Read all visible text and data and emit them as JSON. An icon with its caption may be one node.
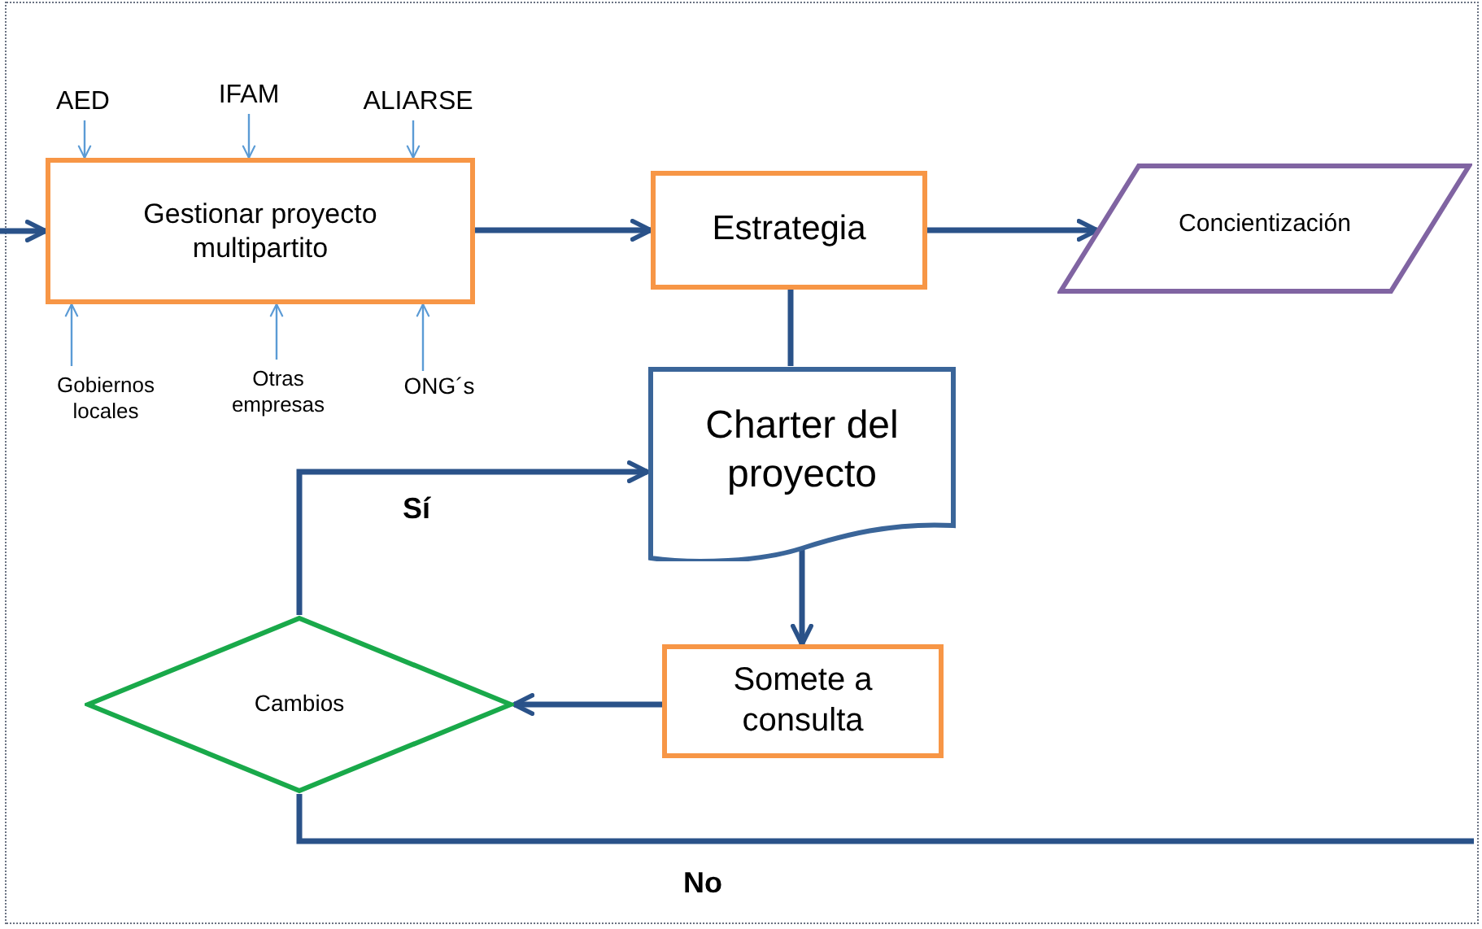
{
  "diagram": {
    "nodes": [
      {
        "text": [
          "Gestionar proyecto multipartito"
        ]
      },
      {
        "text": [
          "Estrategia"
        ]
      },
      {
        "text": [
          "Concientización"
        ]
      },
      {
        "text": [
          "Charter del proyecto"
        ]
      },
      {
        "text": [
          "Somete a consulta"
        ]
      },
      {
        "text": [
          "Cambios"
        ]
      },
      {
        "text": [
          "AED"
        ]
      },
      {
        "text": [
          "IFAM"
        ]
      },
      {
        "text": [
          "ALIARSE"
        ]
      },
      {
        "text": [
          "Gobiernos locales"
        ]
      },
      {
        "text": [
          "Otras empresas"
        ]
      },
      {
        "text": [
          "ONG´s"
        ]
      }
    ],
    "edges": [
      {
        "from": null,
        "to": 0,
        "arrow": "to"
      },
      {
        "from": 0,
        "to": 1,
        "arrow": "to"
      },
      {
        "from": 1,
        "to": 2,
        "arrow": "to"
      },
      {
        "from": 1,
        "to": 3,
        "arrow": "none"
      },
      {
        "from": 3,
        "to": 4,
        "arrow": "to"
      },
      {
        "from": 4,
        "to": 5,
        "arrow": "to"
      },
      {
        "from": 5,
        "to": 3,
        "arrow": "to",
        "label": "Sí"
      },
      {
        "from": 5,
        "to": null,
        "arrow": "none",
        "label": "No"
      },
      {
        "from": 6,
        "to": 0,
        "arrow": "to",
        "color": "#5b9bd5"
      },
      {
        "from": 7,
        "to": 0,
        "arrow": "to",
        "color": "#5b9bd5"
      },
      {
        "from": 8,
        "to": 0,
        "arrow": "to",
        "color": "#5b9bd5"
      },
      {
        "from": 9,
        "to": 0,
        "arrow": "to",
        "color": "#5b9bd5"
      },
      {
        "from": 10,
        "to": 0,
        "arrow": "to",
        "color": "#5b9bd5"
      },
      {
        "from": 11,
        "to": 0,
        "arrow": "to",
        "color": "#5b9bd5"
      }
    ]
  }
}
